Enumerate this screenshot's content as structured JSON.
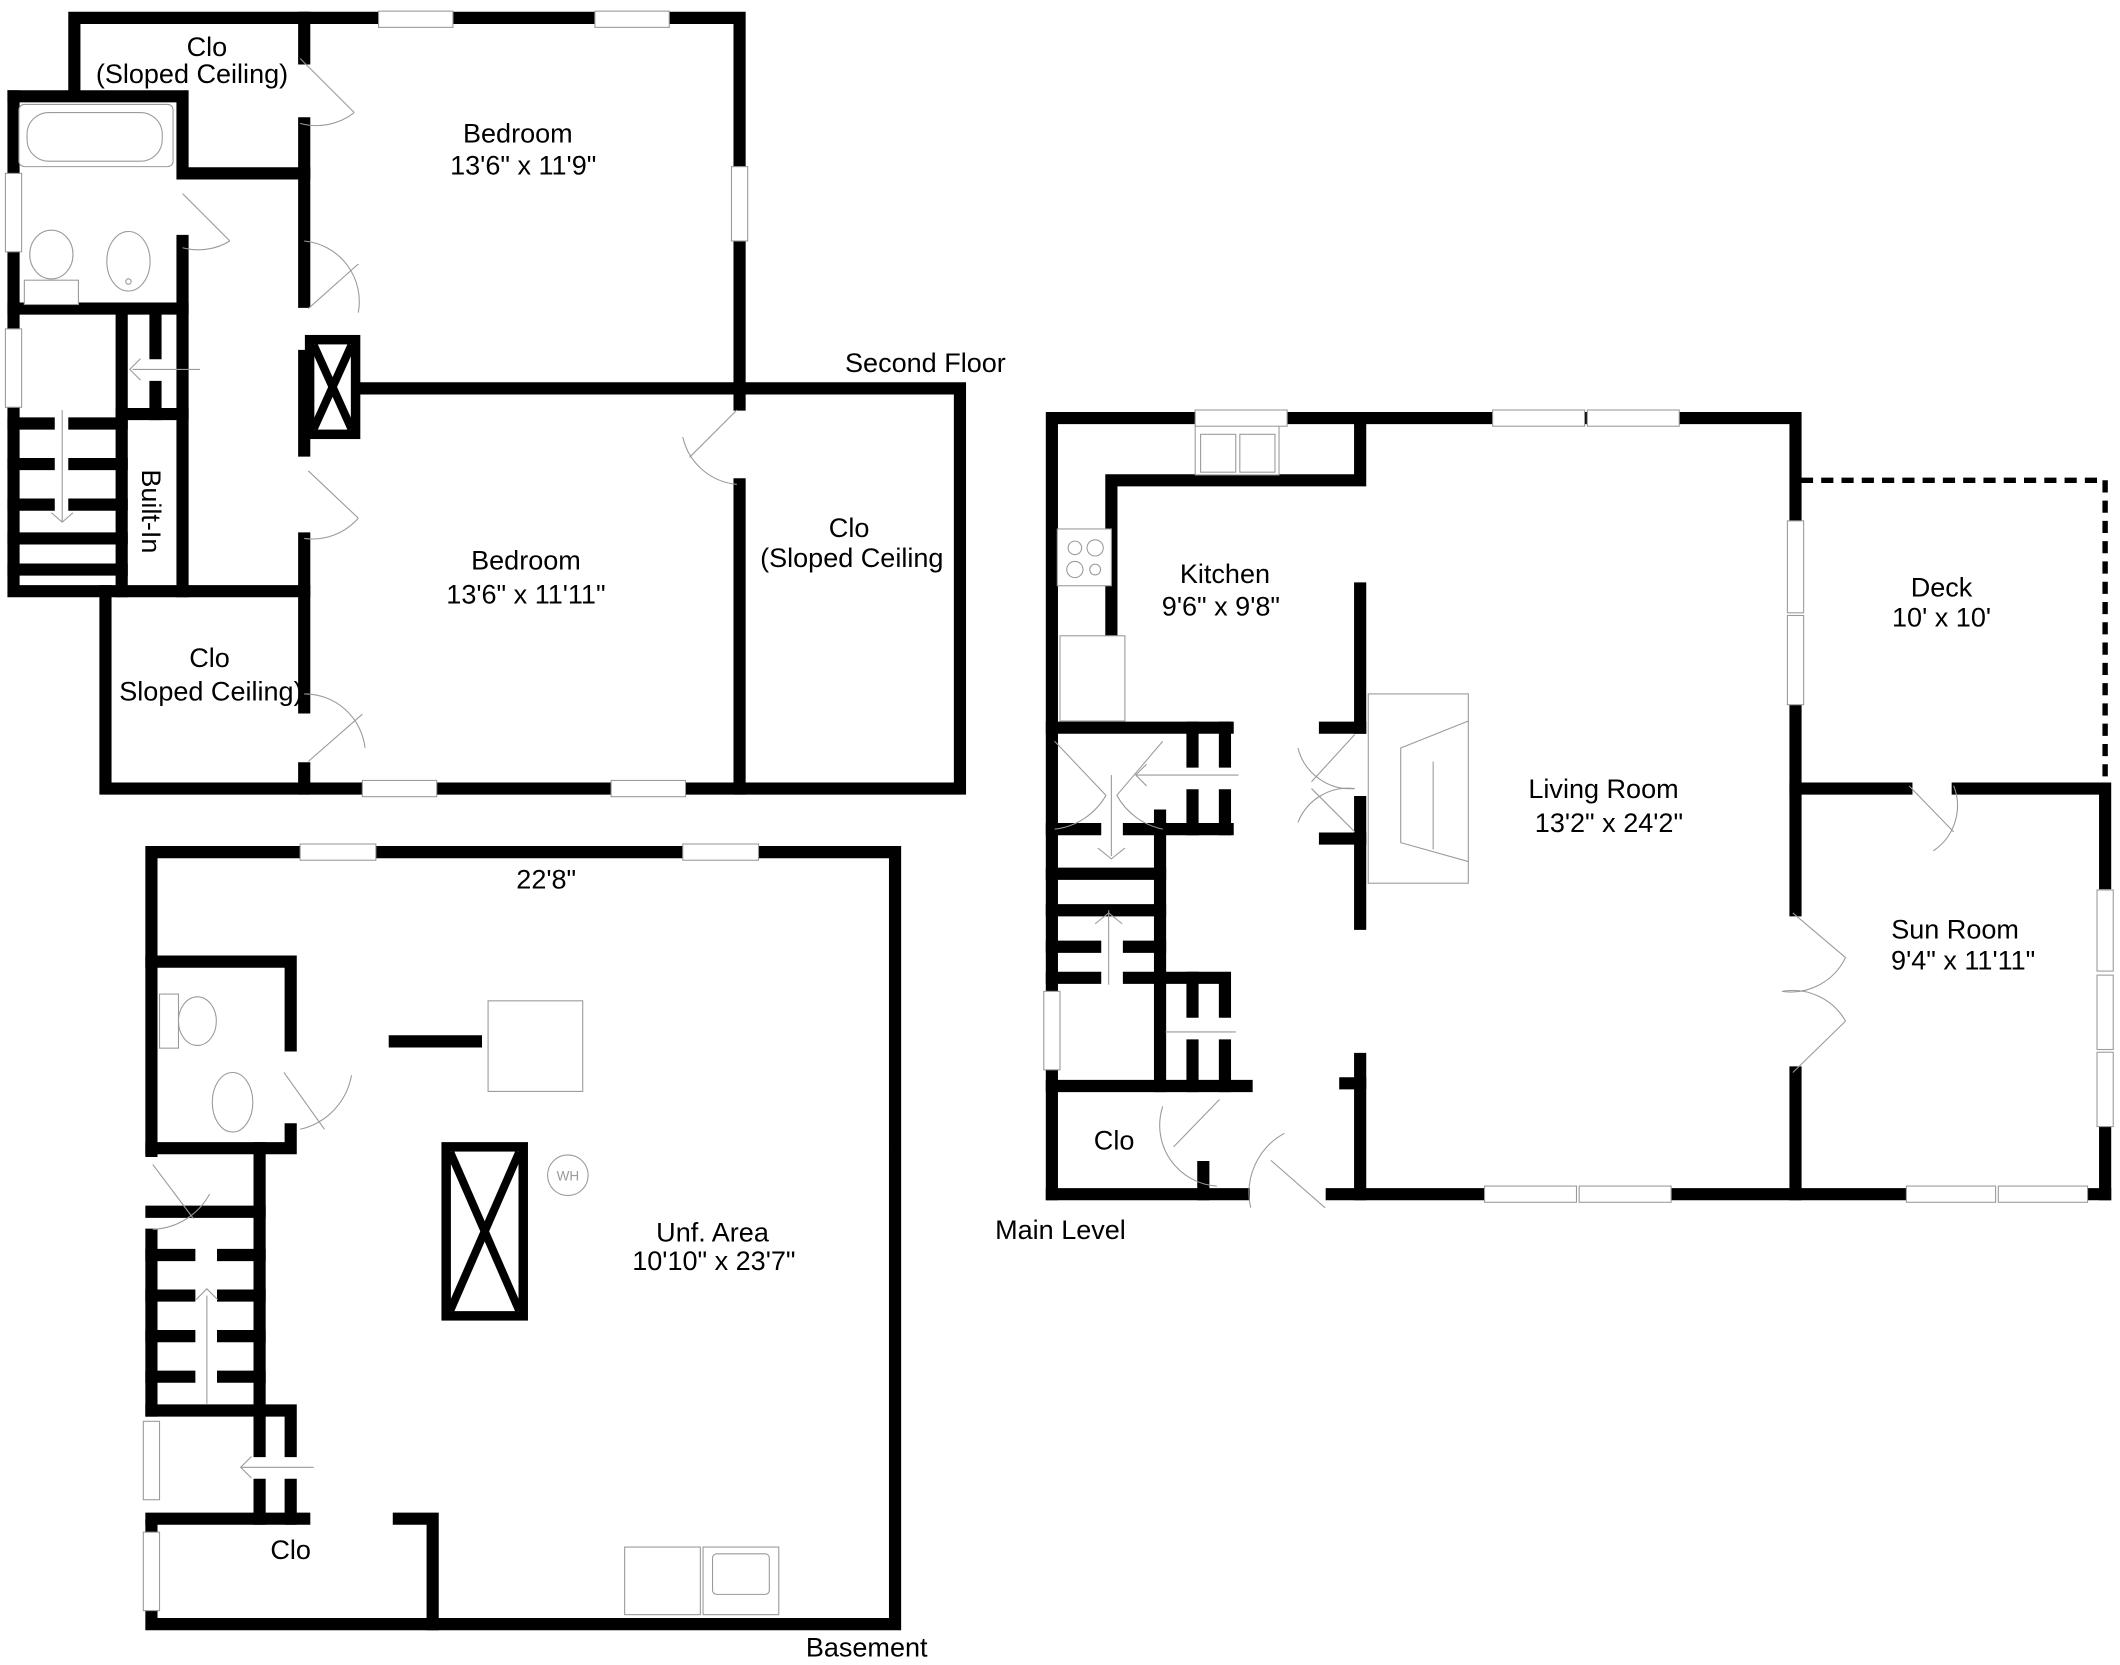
{
  "floors": {
    "second_floor": {
      "title": "Second Floor",
      "rooms": [
        {
          "name": "Clo",
          "note": "(Sloped Ceiling)"
        },
        {
          "name": "Bedroom",
          "dims": "13'6\" x 11'9\""
        },
        {
          "name": "Bedroom",
          "dims": "13'6\" x 11'11\""
        },
        {
          "name": "Clo",
          "note": "(Sloped Ceiling"
        },
        {
          "name": "Clo",
          "note": "Sloped Ceiling)"
        },
        {
          "name": "Built-In"
        }
      ]
    },
    "main_level": {
      "title": "Main Level",
      "rooms": [
        {
          "name": "Kitchen",
          "dims": "9'6\" x 9'8\""
        },
        {
          "name": "Living Room",
          "dims": "13'2\" x 24'2\""
        },
        {
          "name": "Deck",
          "dims": "10' x 10'"
        },
        {
          "name": "Sun Room",
          "dims": "9'4\" x 11'11\""
        },
        {
          "name": "Clo"
        }
      ]
    },
    "basement": {
      "title": "Basement",
      "overall_width": "22'8\"",
      "rooms": [
        {
          "name": "Unf. Area",
          "dims": "10'10\" x 23'7\""
        },
        {
          "name": "Clo"
        }
      ],
      "water_heater_label": "WH"
    }
  },
  "colors": {
    "wall": "#000000",
    "fixture": "#9a9a9a",
    "background": "#ffffff"
  }
}
